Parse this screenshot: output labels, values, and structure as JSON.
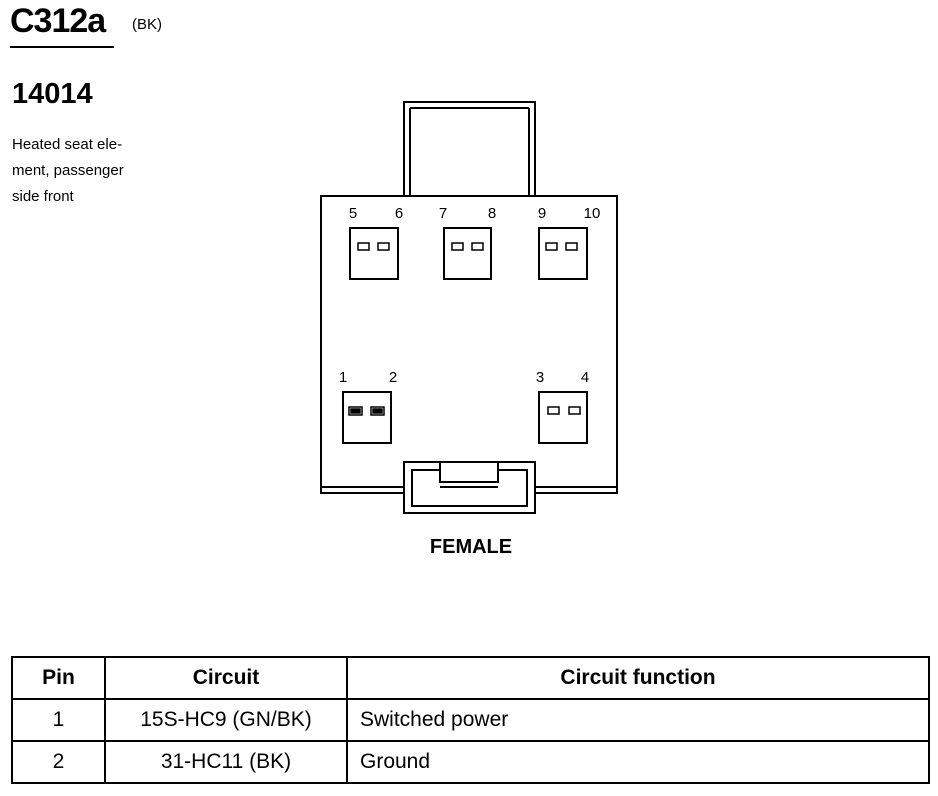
{
  "connector": {
    "id": "C312a",
    "color": "(BK)",
    "part_number": "14014",
    "description_lines": [
      "Heated seat ele-",
      "ment, passenger",
      "side front"
    ]
  },
  "diagram": {
    "gender_label": "FEMALE",
    "pin_labels": [
      "5",
      "6",
      "7",
      "8",
      "9",
      "10",
      "1",
      "2",
      "3",
      "4"
    ]
  },
  "table": {
    "headers": [
      "Pin",
      "Circuit",
      "Circuit function"
    ],
    "rows": [
      {
        "pin": "1",
        "circuit": "15S-HC9 (GN/BK)",
        "function": "Switched power"
      },
      {
        "pin": "2",
        "circuit": "31-HC11 (BK)",
        "function": "Ground"
      }
    ]
  }
}
